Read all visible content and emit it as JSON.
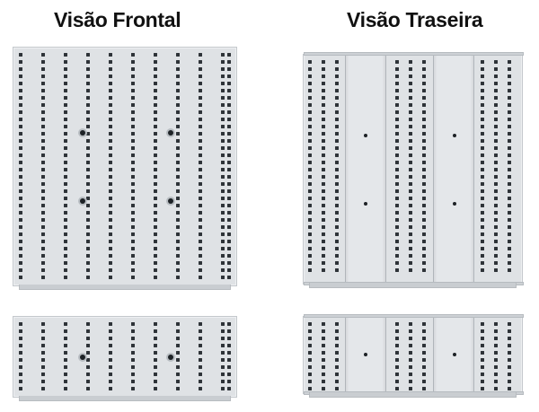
{
  "headings": {
    "front": "Visão Frontal",
    "back": "Visão Traseira"
  },
  "images": {
    "front_tall": "front-panel-tall-image",
    "back_tall": "rear-panel-tall-image",
    "front_short": "front-panel-short-image",
    "back_short": "rear-panel-short-image"
  },
  "colors": {
    "panel": "#dfe2e5",
    "cover": "#e4e7ea",
    "slot": "#2e3338",
    "heading": "#111111"
  }
}
